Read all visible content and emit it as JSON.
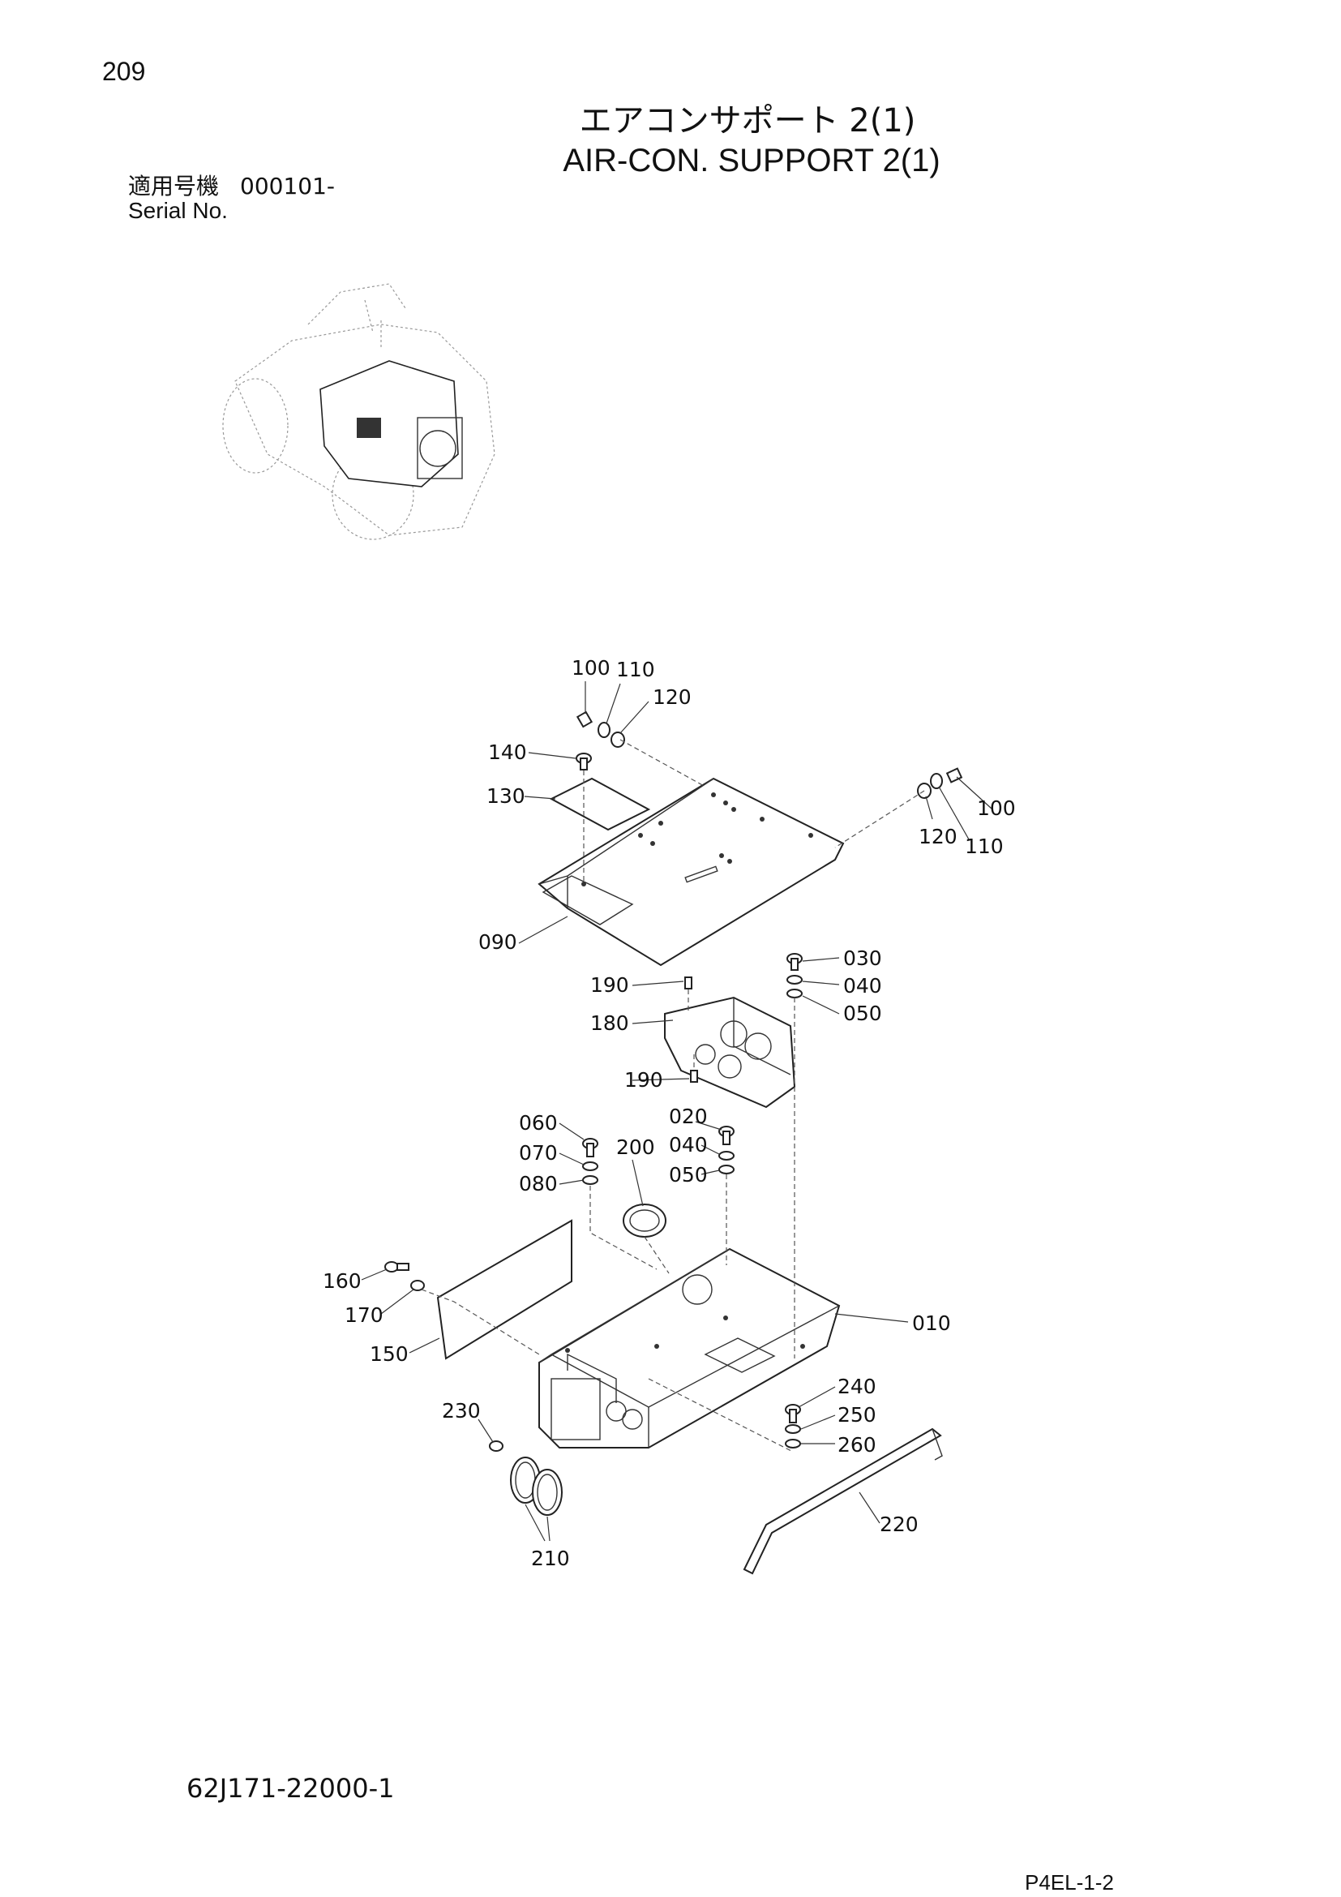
{
  "header": {
    "page_number": "209",
    "title_ja": "エアコンサポート 2(1)",
    "title_en": "AIR-CON. SUPPORT 2(1)",
    "serial_label_ja": "適用号機",
    "serial_value": "000101-",
    "serial_label_en": "Serial No."
  },
  "diagram": {
    "callouts": [
      "100",
      "110",
      "120",
      "140",
      "130",
      "100",
      "120",
      "110",
      "090",
      "030",
      "040",
      "050",
      "190",
      "180",
      "190",
      "060",
      "070",
      "080",
      "020",
      "040",
      "050",
      "200",
      "160",
      "170",
      "150",
      "010",
      "240",
      "250",
      "260",
      "230",
      "220",
      "210"
    ]
  },
  "footer": {
    "doc_number": "62J171-22000-1",
    "page_code": "P4EL-1-2"
  }
}
